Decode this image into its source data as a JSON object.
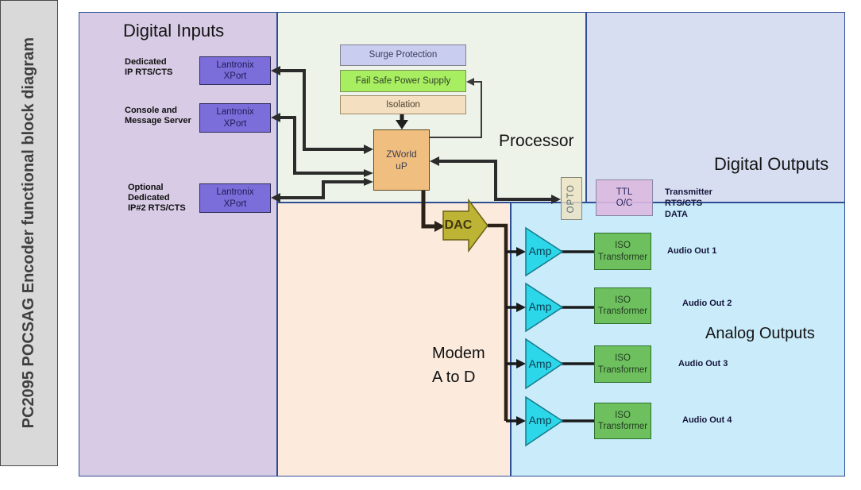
{
  "title_bar": {
    "text": "PC2095 POCSAG Encoder functional block diagram"
  },
  "regions": {
    "digital_inputs": {
      "label": "Digital Inputs"
    },
    "processor": {
      "label": "Processor"
    },
    "digital_outputs": {
      "label": "Digital Outputs"
    },
    "modem": {
      "lines": [
        "Modem",
        "A to D"
      ]
    },
    "analog_outputs": {
      "label": "Analog Outputs"
    }
  },
  "inputs": [
    {
      "labels": [
        "Dedicated",
        "IP RTS/CTS"
      ],
      "device": [
        "Lantronix",
        "XPort"
      ]
    },
    {
      "labels": [
        "Console and",
        "Message Server"
      ],
      "device": [
        "Lantronix",
        "XPort"
      ]
    },
    {
      "labels": [
        "Optional",
        "Dedicated",
        "IP#2 RTS/CTS"
      ],
      "device": [
        "Lantronix",
        "XPort"
      ]
    }
  ],
  "power_chain": {
    "surge": "Surge Protection",
    "failsafe": "Fail Safe Power Supply",
    "isolation": "Isolation"
  },
  "processor_box": {
    "lines": [
      "ZWorld",
      "uP"
    ]
  },
  "dac": {
    "label": "DAC"
  },
  "opto": {
    "label": "OPTO"
  },
  "ttl_box": {
    "lines": [
      "TTL",
      "O/C"
    ]
  },
  "transmitter": {
    "lines": [
      "Transmitter",
      "RTS/CTS",
      "DATA"
    ]
  },
  "audio_channels": [
    {
      "amp": "Amp",
      "iso": [
        "ISO",
        "Transformer"
      ],
      "out": "Audio Out 1"
    },
    {
      "amp": "Amp",
      "iso": [
        "ISO",
        "Transformer"
      ],
      "out": "Audio Out 2"
    },
    {
      "amp": "Amp",
      "iso": [
        "ISO",
        "Transformer"
      ],
      "out": "Audio Out 3"
    },
    {
      "amp": "Amp",
      "iso": [
        "ISO",
        "Transformer"
      ],
      "out": "Audio Out 4"
    }
  ],
  "colors": {
    "region_digital_inputs": "#d7cbe5",
    "region_processor": "#eef3ea",
    "region_digital_outputs": "#d8def2",
    "region_modem": "#fcebdd",
    "region_analog_outputs": "#c9ebfa",
    "region_border": "#2e4d94",
    "title_bar_bg": "#d9d9d9",
    "lantronix_box": "#7c6eda",
    "surge_box": "#c9cdf0",
    "failsafe_box": "#a8ee61",
    "isolation_box": "#f4dfc0",
    "zworld_box": "#f0bf80",
    "opto_box": "#eee2c0",
    "ttl_box": "#ddb9e0",
    "dac_arrow": "#bdb335",
    "amp_triangle": "#2bd7e9",
    "iso_box": "#6dc05d",
    "connector": "#2b2b2b"
  }
}
